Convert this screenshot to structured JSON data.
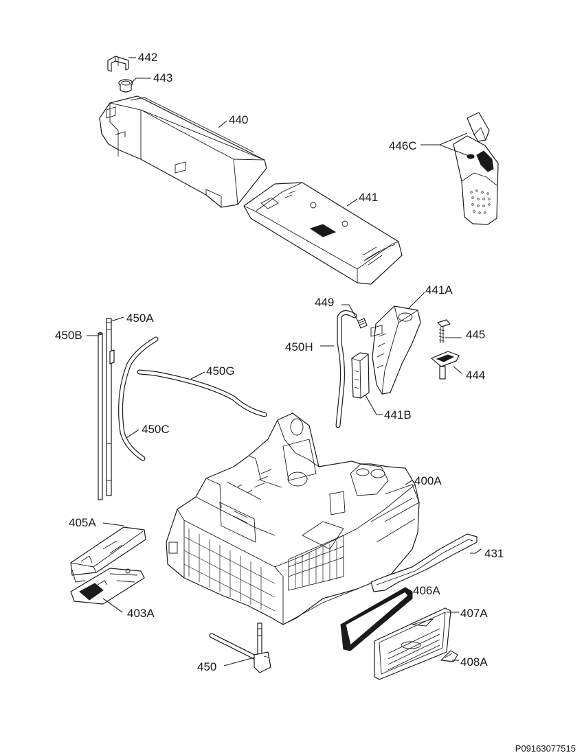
{
  "labels": {
    "p442": "442",
    "p443": "443",
    "p440": "440",
    "p441": "441",
    "p446C": "446C",
    "p441A": "441A",
    "p449": "449",
    "p445": "445",
    "p450H": "450H",
    "p444": "444",
    "p441B": "441B",
    "p450B": "450B",
    "p450A": "450A",
    "p450G": "450G",
    "p450C": "450C",
    "p400A": "400A",
    "p405A": "405A",
    "p431": "431",
    "p406A": "406A",
    "p403A": "403A",
    "p407A": "407A",
    "p450": "450",
    "p408A": "408A"
  },
  "reference_code": "P09163077515",
  "colors": {
    "line": "#1a1a1a",
    "background": "#ffffff"
  }
}
